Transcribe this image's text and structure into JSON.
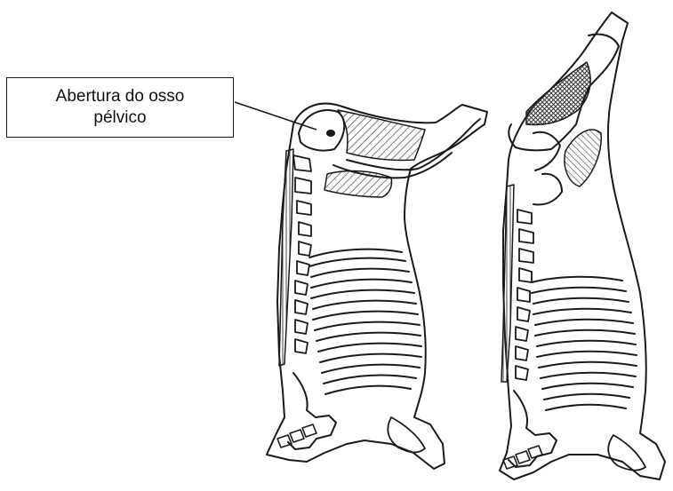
{
  "annotation": {
    "label": "Abertura do osso\npélvico"
  },
  "colors": {
    "outline": "#1a1a1a",
    "hatch": "#555555",
    "background": "#ffffff"
  },
  "figures": [
    {
      "name": "carcass-side-left",
      "icon": "beef-carcass-side-hanging"
    },
    {
      "name": "carcass-side-right",
      "icon": "beef-carcass-side-hanging-pelvis-intact"
    }
  ]
}
